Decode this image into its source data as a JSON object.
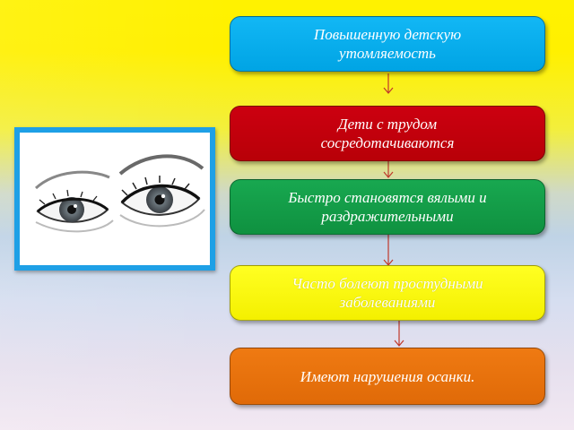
{
  "slide": {
    "boxes": [
      {
        "text": "Повышенную детскую\nутомляемость",
        "color": "#00a8e8"
      },
      {
        "text": "Дети с трудом\nсосредотачиваются",
        "color": "#c4000c"
      },
      {
        "text": "Быстро становятся вялыми и\nраздражительными",
        "color": "#139c48"
      },
      {
        "text": "Часто болеют простудными\nзаболеваниями",
        "color": "#fbf500"
      },
      {
        "text": "Имеют нарушения осанки.",
        "color": "#e8700c"
      }
    ],
    "arrow_color": "#c0392b",
    "image": {
      "icon": "eyes-sketch-icon",
      "frame_color": "#1ea0e6"
    }
  }
}
